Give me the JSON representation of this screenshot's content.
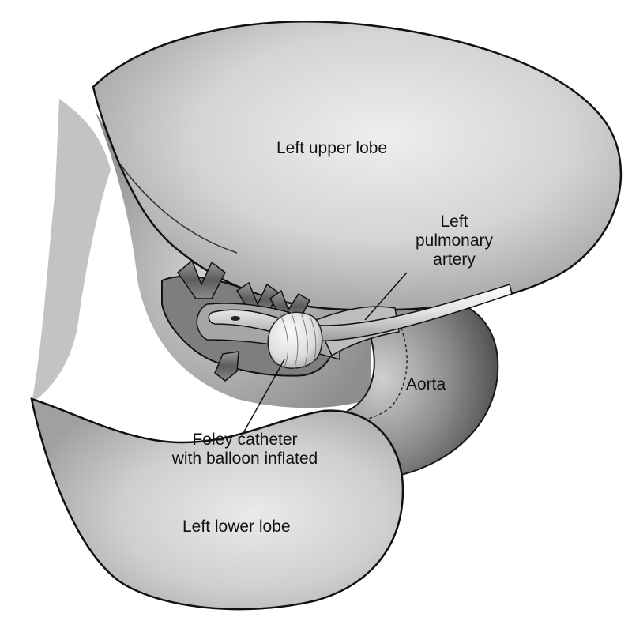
{
  "labels": {
    "left_upper_lobe": "Left upper lobe",
    "left_pulmonary_artery": "Left\npulmonary\nartery",
    "aorta": "Aorta",
    "foley_catheter": "Foley catheter\nwith balloon inflated",
    "left_lower_lobe": "Left lower lobe"
  },
  "colors": {
    "background": "#ffffff",
    "line": "#111111",
    "lung_light": "#ececec",
    "lung_mid": "#c8c8c8",
    "lung_dark": "#9a9a9a",
    "aorta_light": "#c4c4c4",
    "aorta_dark": "#5a5a5a",
    "vessel": "#7a7a7a",
    "balloon": "#e6e6e6"
  }
}
